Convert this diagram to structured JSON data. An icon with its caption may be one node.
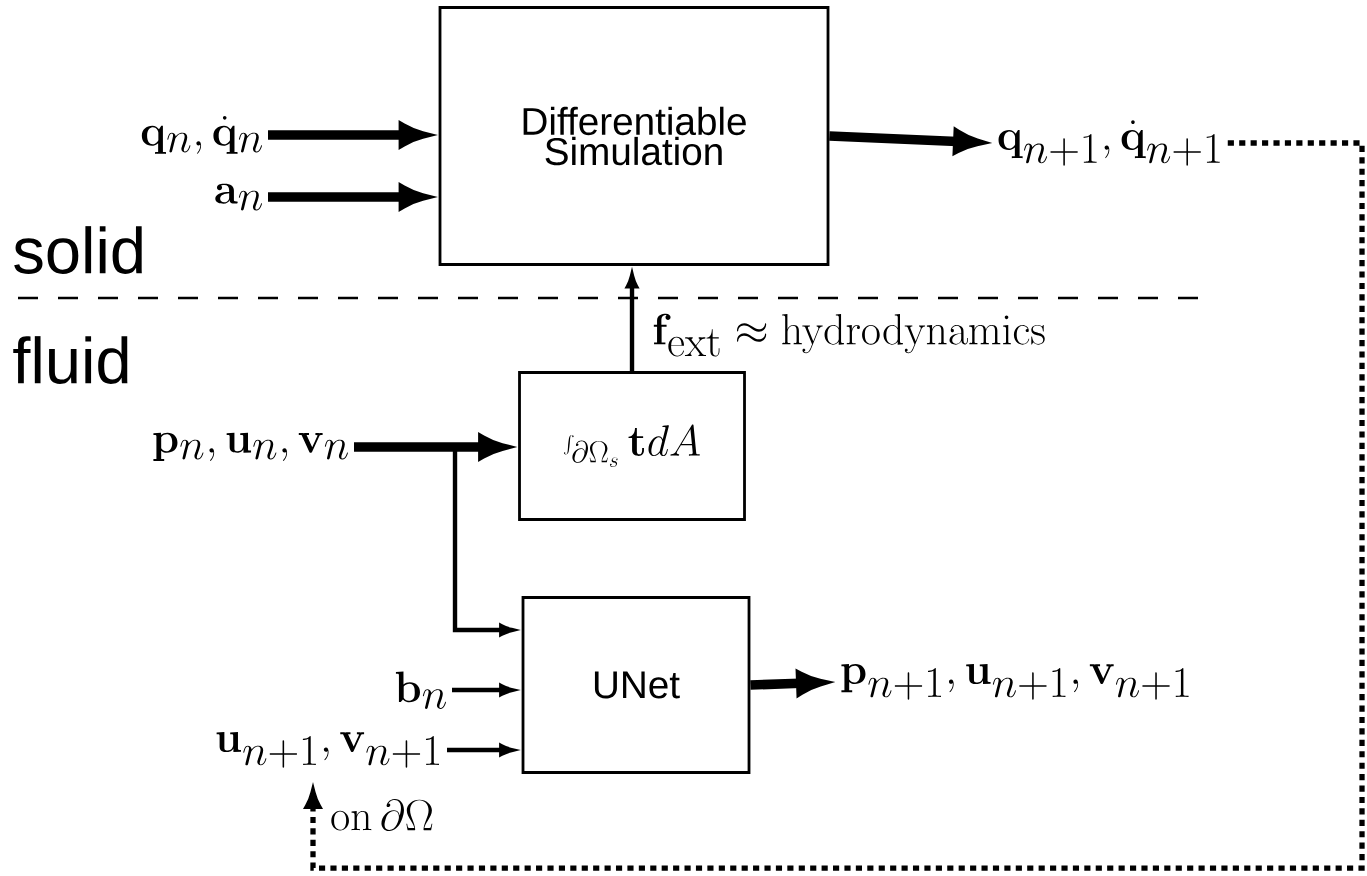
{
  "diagram": {
    "nodes": [
      {
        "text": [
          "Differentiable Simulation"
        ]
      },
      {
        "text": [
          "\\mathbf{q}_n, \\dot{\\mathbf{q}}_n"
        ]
      },
      {
        "text": [
          "\\mathbf{a}_n"
        ]
      },
      {
        "text": [
          "\\mathbf{q}_{n+1}, \\dot{\\mathbf{q}}_{n+1}"
        ]
      },
      {
        "text": [
          "\\int_{\\partial\\Omega_s}\\mathbf{t}dA"
        ]
      },
      {
        "text": [
          "\\mathbf{p}_n, \\mathbf{u}_n, \\mathbf{v}_n"
        ]
      },
      {
        "text": [
          "UNet"
        ]
      },
      {
        "text": [
          "\\mathbf{b}_n"
        ]
      },
      {
        "text": [
          "\\mathbf{u}_{n+1}, \\mathbf{v}_{n+1}"
        ]
      },
      {
        "text": [
          "\\mathbf{p}_{n+1}, \\mathbf{u}_{n+1}, \\mathbf{v}_{n+1}"
        ]
      }
    ],
    "edges": [
      {
        "from": 1,
        "to": 0,
        "arrow": "to",
        "style": "thick"
      },
      {
        "from": 2,
        "to": 0,
        "arrow": "to",
        "style": "thick"
      },
      {
        "from": 0,
        "to": 3,
        "arrow": "to",
        "style": "thick"
      },
      {
        "from": 4,
        "to": 0,
        "arrow": "to",
        "label": "\\mathbf{f}_{\\mathrm{ext}} \\approx \\mathrm{hydrodynamics}"
      },
      {
        "from": 5,
        "to": 4,
        "arrow": "to",
        "style": "thick"
      },
      {
        "from": 5,
        "to": 6,
        "arrow": "to"
      },
      {
        "from": 7,
        "to": 6,
        "arrow": "to"
      },
      {
        "from": 8,
        "to": 6,
        "arrow": "to"
      },
      {
        "from": 6,
        "to": 9,
        "arrow": "to",
        "style": "thick"
      },
      {
        "from": 3,
        "to": 8,
        "arrow": "to",
        "style": "dashed",
        "label": "\\mathrm{on}\\,\\partial\\Omega"
      }
    ],
    "labels": [
      "solid",
      "fluid"
    ]
  }
}
